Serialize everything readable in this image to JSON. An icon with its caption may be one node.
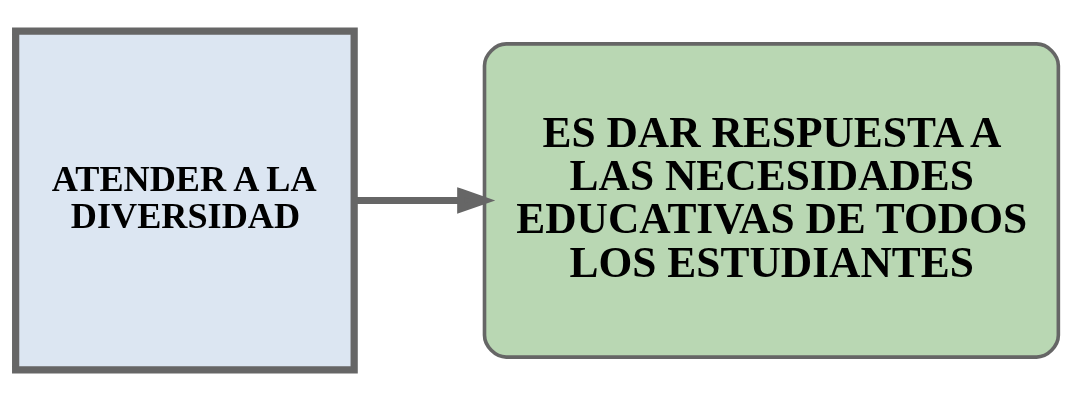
{
  "diagram": {
    "nodes": [
      {
        "text": [
          "ATENDER A LA DIVERSIDAD"
        ]
      },
      {
        "text": [
          "ES DAR RESPUESTA A LAS NECESIDADES EDUCATIVAS DE TODOS LOS ESTUDIANTES"
        ]
      }
    ],
    "edges": [
      {
        "from": 0,
        "to": 1,
        "arrow": "to"
      }
    ]
  }
}
